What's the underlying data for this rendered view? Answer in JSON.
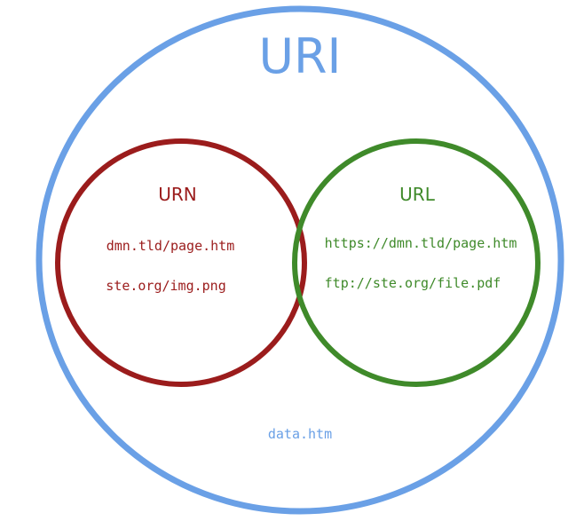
{
  "diagram": {
    "uri": {
      "label": "URI",
      "color": "#6aa0e6",
      "items": [
        "data.htm"
      ]
    },
    "urn": {
      "label": "URN",
      "color": "#9b1c1c",
      "items": [
        "dmn.tld/page.htm",
        "ste.org/img.png"
      ]
    },
    "url": {
      "label": "URL",
      "color": "#3f8a2a",
      "items": [
        "https://dmn.tld/page.htm",
        "ftp://ste.org/file.pdf"
      ]
    }
  }
}
